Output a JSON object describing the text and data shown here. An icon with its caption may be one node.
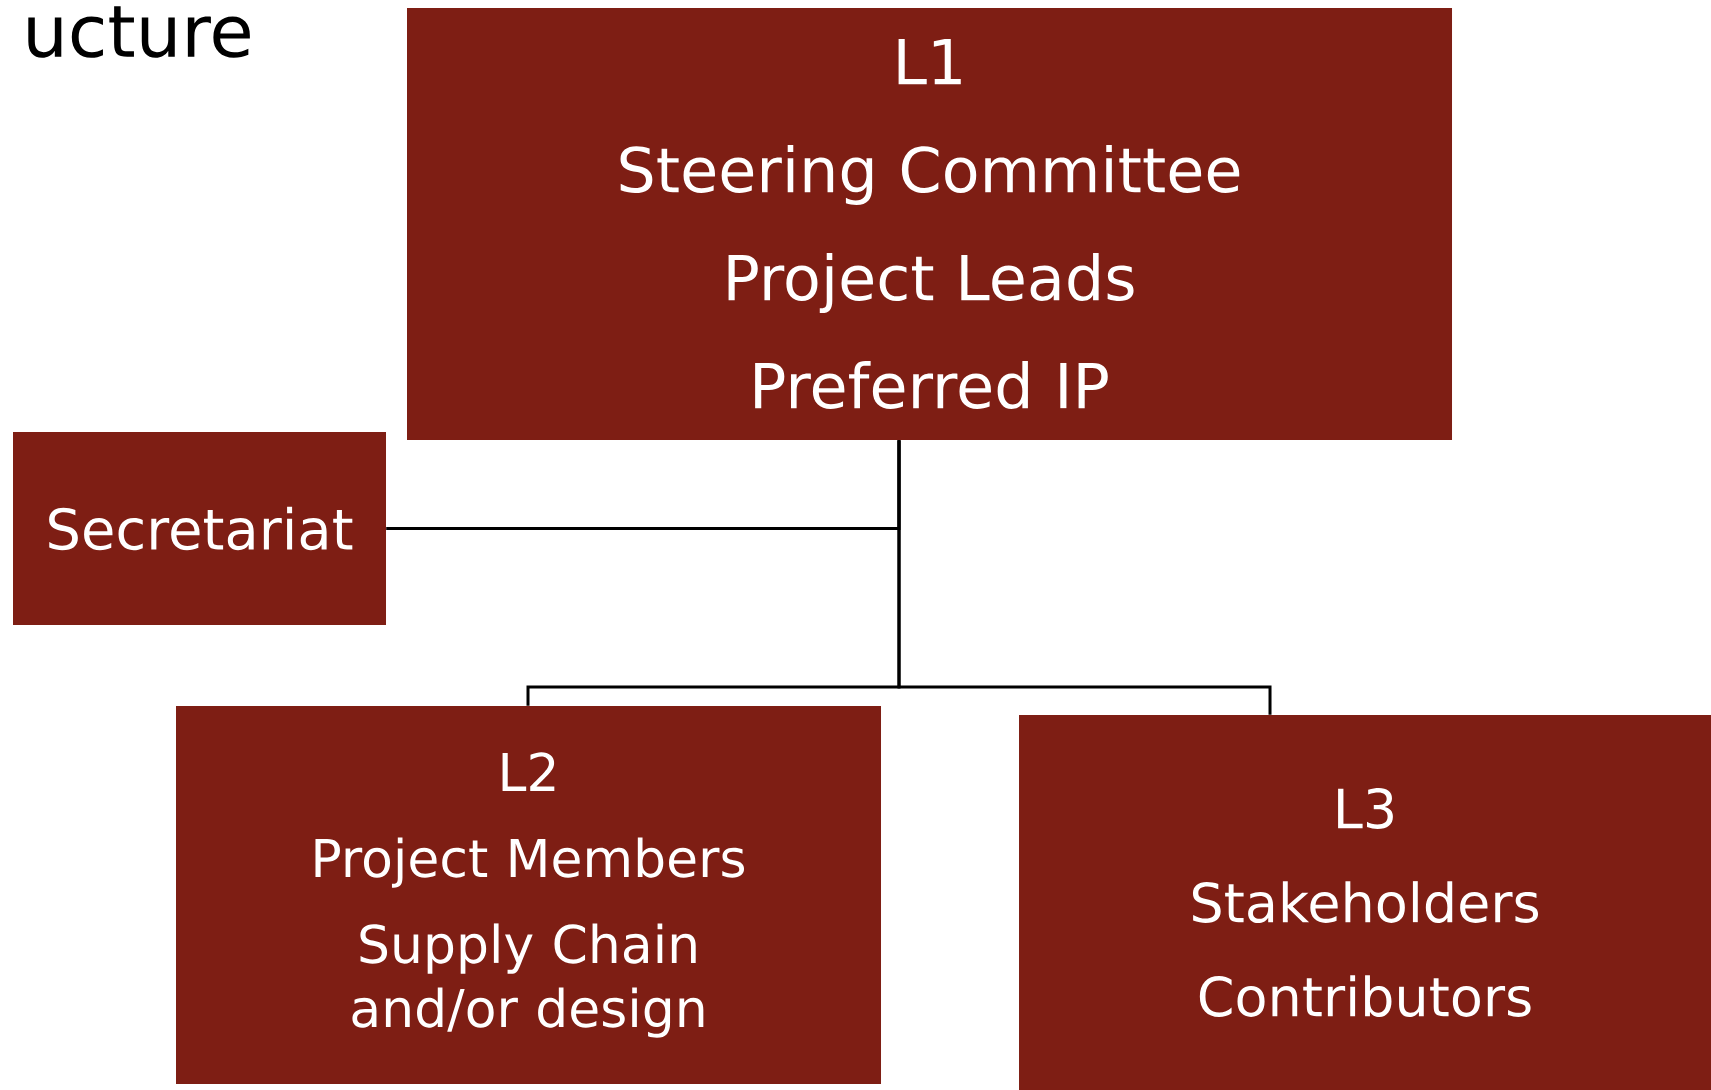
{
  "diagram": {
    "nodes": [
      {
        "text": [
          "L1",
          "Steering Committee",
          "Project Leads",
          "Preferred IP"
        ]
      },
      {
        "text": [
          "Secretariat"
        ]
      },
      {
        "text": [
          "L2",
          "Project Members",
          "Supply Chain and/or design"
        ]
      },
      {
        "text": [
          "L3",
          "Stakeholders",
          "Contributors"
        ]
      }
    ],
    "edges": [
      {
        "from": 0,
        "to": 1,
        "arrow": "none"
      },
      {
        "from": 0,
        "to": 2,
        "arrow": "none"
      },
      {
        "from": 0,
        "to": 3,
        "arrow": "none"
      }
    ],
    "labels": [
      "ucture"
    ]
  }
}
